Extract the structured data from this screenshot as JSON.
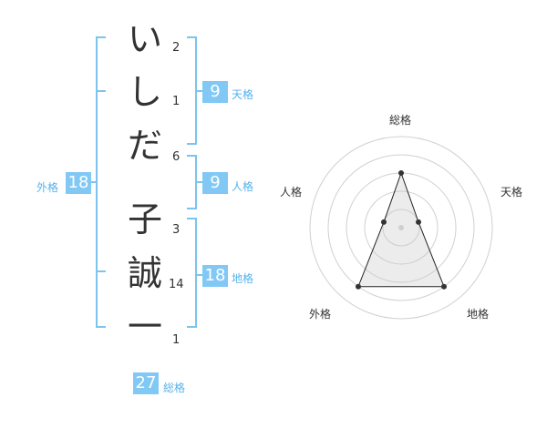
{
  "name_chars": [
    "い",
    "し",
    "だ",
    "子",
    "誠",
    "一"
  ],
  "stroke_counts": [
    "2",
    "1",
    "6",
    "3",
    "14",
    "1"
  ],
  "scores": {
    "tenkaku": {
      "label": "天格",
      "value": "9"
    },
    "jinkaku": {
      "label": "人格",
      "value": "9"
    },
    "chikaku": {
      "label": "地格",
      "value": "18"
    },
    "gaikaku": {
      "label": "外格",
      "value": "18"
    },
    "soukaku": {
      "label": "総格",
      "value": "27"
    }
  },
  "colors": {
    "accent": "#82c8f5",
    "accent_text": "#56b2ec",
    "bracket": "#7cc4ee"
  },
  "chart_data": {
    "type": "radar",
    "axes": [
      "総格",
      "天格",
      "地格",
      "外格",
      "人格"
    ],
    "values": [
      3,
      1,
      4,
      4,
      1
    ],
    "max": 5
  }
}
